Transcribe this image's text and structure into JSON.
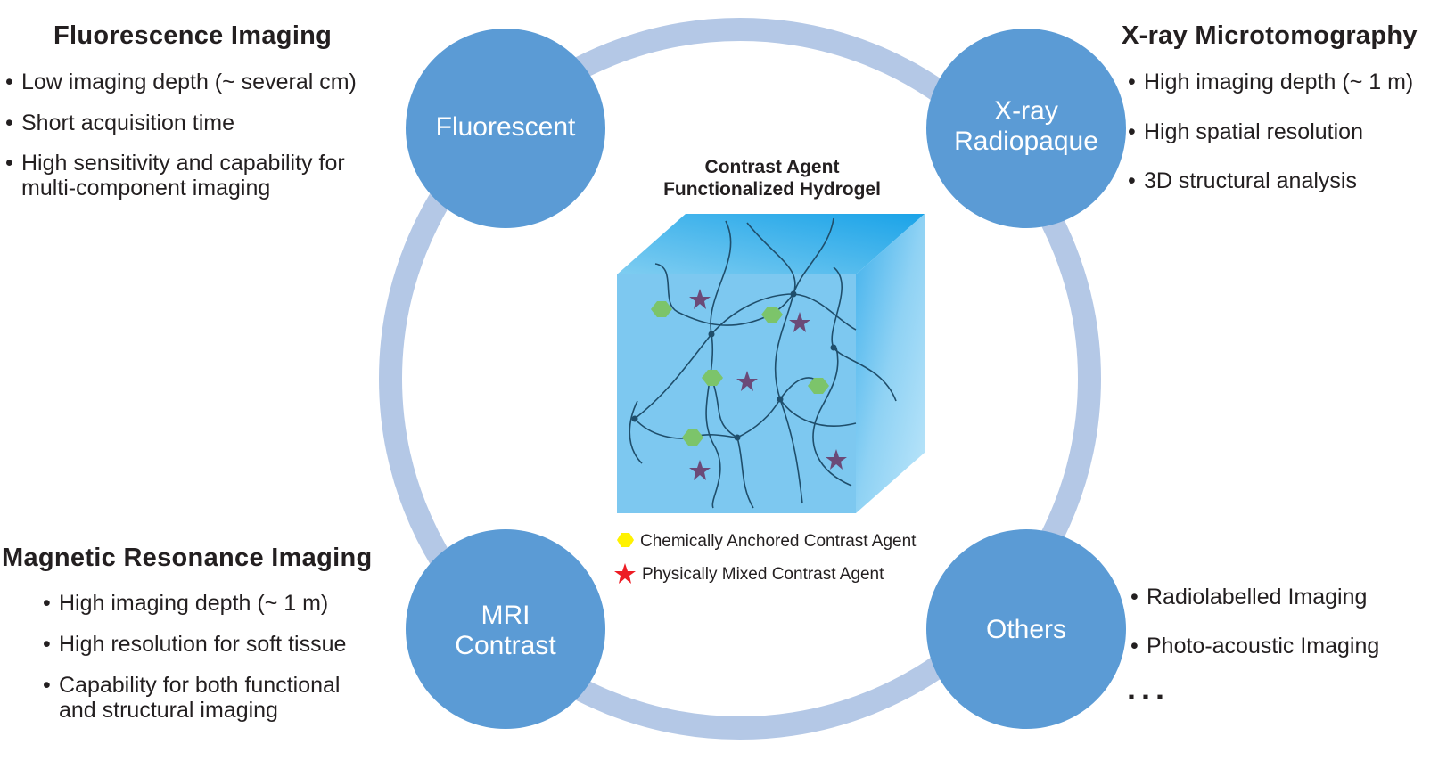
{
  "center": {
    "title_line1": "Contrast Agent",
    "title_line2": "Functionalized Hydrogel",
    "legend": [
      {
        "label": "Chemically Anchored Contrast Agent",
        "symbol": "hexagon",
        "color": "#fff200"
      },
      {
        "label": "Physically Mixed Contrast Agent",
        "symbol": "star",
        "color": "#ed1c24"
      }
    ]
  },
  "circles": {
    "fluorescent": {
      "line1": "Fluorescent",
      "line2": ""
    },
    "xray": {
      "line1": "X-ray",
      "line2": "Radiopaque"
    },
    "mri": {
      "line1": "MRI",
      "line2": "Contrast"
    },
    "others": {
      "line1": "Others",
      "line2": ""
    }
  },
  "sections": {
    "fluorescence": {
      "heading": "Fluorescence Imaging",
      "bullets": [
        "Low imaging depth (~ several cm)",
        "Short acquisition time",
        "High sensitivity and capability for",
        "multi-component imaging"
      ]
    },
    "xray": {
      "heading": "X-ray Microtomography",
      "bullets": [
        "High imaging depth (~ 1 m)",
        "High spatial resolution",
        "3D structural analysis"
      ]
    },
    "mri": {
      "heading": "Magnetic Resonance  Imaging",
      "bullets": [
        "High imaging depth (~ 1 m)",
        "High resolution for soft tissue",
        "Capability for both functional",
        "and structural imaging"
      ]
    },
    "others": {
      "bullets": [
        "Radiolabelled Imaging",
        "Photo-acoustic Imaging"
      ],
      "ellipsis": "..."
    }
  },
  "bullet_char": "•",
  "colors": {
    "ring": "#b4c8e6",
    "circle": "#5b9bd5",
    "cube_front": "#7dc8f0",
    "cube_top": "#5fb8ea",
    "cube_side": "#9ad7f5",
    "fiber": "#1f4e6b",
    "hexagon": "#7cc46a",
    "star": "#6b4a78"
  }
}
